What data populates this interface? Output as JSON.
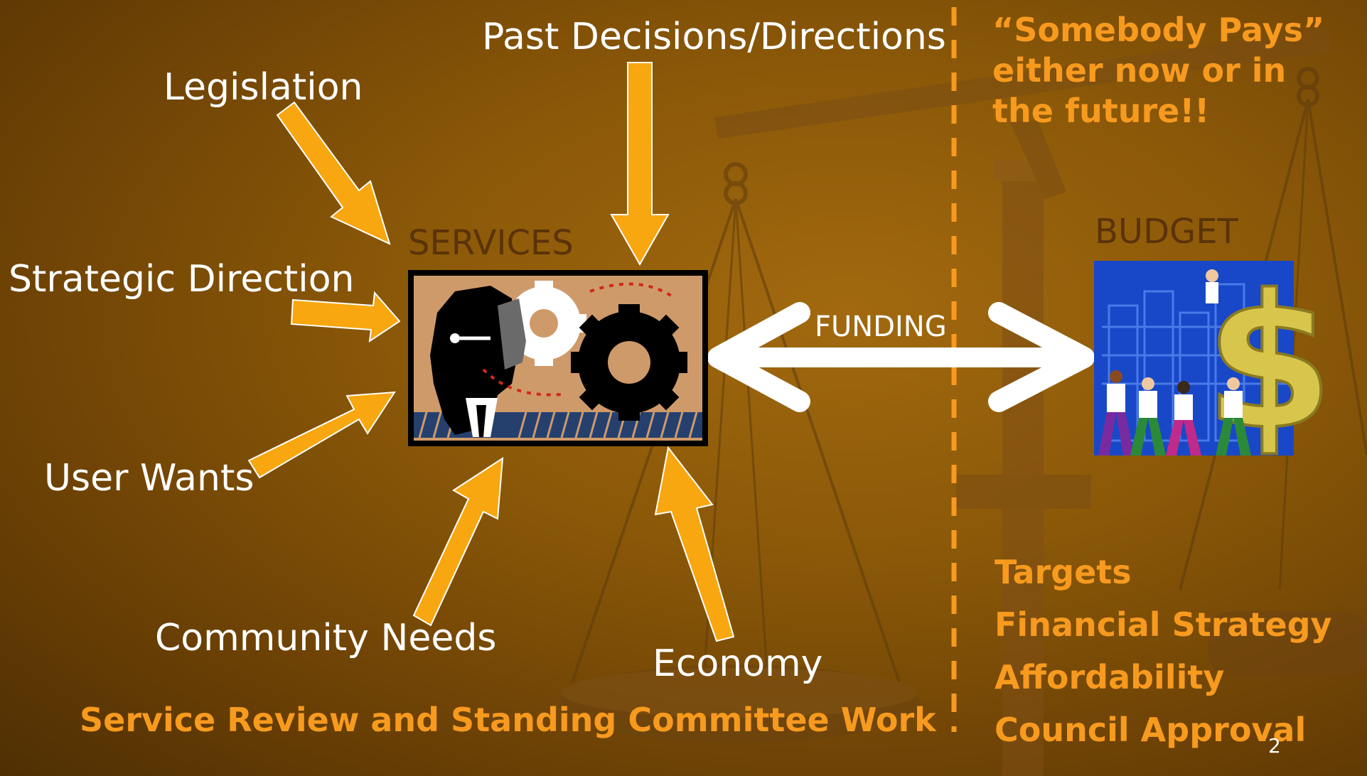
{
  "slide": {
    "inputs": {
      "past_decisions": "Past Decisions/Directions",
      "legislation": "Legislation",
      "strategic_direction": "Strategic Direction",
      "user_wants": "User Wants",
      "community_needs": "Community Needs",
      "economy": "Economy"
    },
    "services_label": "SERVICES",
    "funding_label": "FUNDING",
    "budget_label": "BUDGET",
    "footer_left": "Service Review and Standing Committee Work",
    "somebody_pays": [
      "“Somebody Pays”",
      "either now or in",
      "the future!!"
    ],
    "right_list": [
      "Targets",
      "Financial Strategy",
      "Affordability",
      "Council Approval"
    ],
    "page_number": "2"
  },
  "colors": {
    "arrow": "#f8a710",
    "accent_text": "#f79a1e",
    "services_label": "#5a3308",
    "divider": "#f79a1e",
    "budget_bg": "#1848c8"
  },
  "icons": {
    "services": "head-with-gears-clipart",
    "budget": "people-walking-dollar-sign-clipart",
    "background": "balance-scale"
  }
}
